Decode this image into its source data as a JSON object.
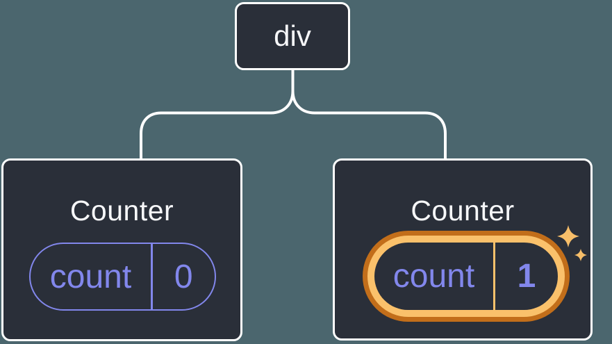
{
  "diagram": {
    "type": "react-component-tree",
    "root_label": "div",
    "left_counter": {
      "title": "Counter",
      "state_key": "count",
      "state_value": "0",
      "highlighted": false
    },
    "right_counter": {
      "title": "Counter",
      "state_key": "count",
      "state_value": "1",
      "highlighted": true
    }
  },
  "colors": {
    "background": "#4B666E",
    "node_fill": "#2A2F39",
    "node_border": "#FFFFFF",
    "connector": "#FFFFFF",
    "text_primary": "#F6F7F9",
    "state_purple": "#8287EC",
    "highlight_orange_dark": "#C26E1A",
    "highlight_orange_light": "#FAC16B",
    "sparkle_orange": "#F7BE69"
  }
}
